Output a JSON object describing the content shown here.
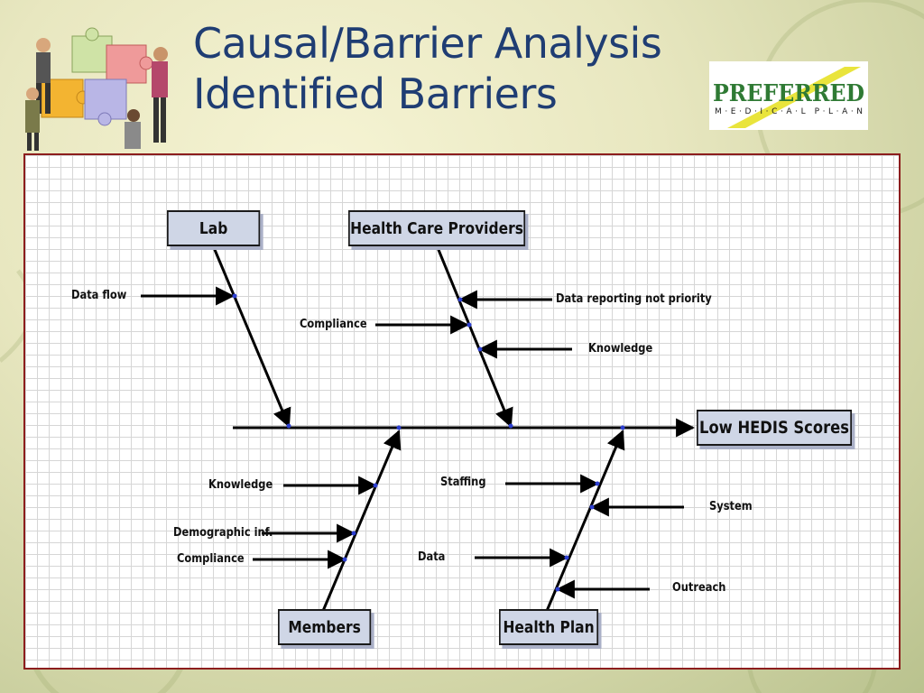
{
  "slide": {
    "title_line1": "Causal/Barrier Analysis",
    "title_line2": "Identified Barriers"
  },
  "logo": {
    "name": "PREFERRED",
    "tagline": "M·E·D·I·C·A·L P·L·A·N"
  },
  "diagram": {
    "effect": "Low HEDIS Scores",
    "categories": {
      "lab": "Lab",
      "health_care_providers": "Health Care Providers",
      "members": "Members",
      "health_plan": "Health Plan"
    },
    "causes": {
      "lab_data_flow": "Data flow",
      "hcp_data_reporting": "Data reporting not priority",
      "hcp_compliance": "Compliance",
      "hcp_knowledge": "Knowledge",
      "members_knowledge": "Knowledge",
      "members_demographic": "Demographic inf.",
      "members_compliance": "Compliance",
      "hp_staffing": "Staffing",
      "hp_system": "System",
      "hp_data": "Data",
      "hp_outreach": "Outreach"
    }
  },
  "colors": {
    "title": "#1f3d73",
    "frame_border": "#8c1d1d",
    "box_fill": "#cfd6e6",
    "logo_green": "#2f7a34",
    "logo_yellow": "#e9e43c"
  }
}
